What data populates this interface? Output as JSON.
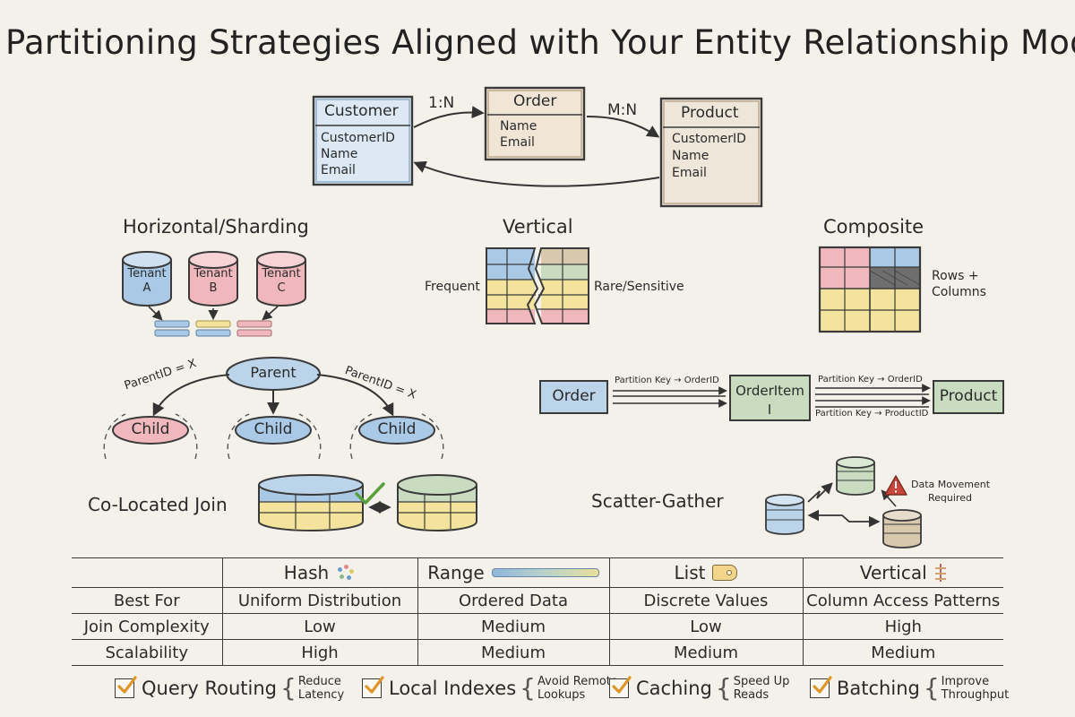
{
  "title": "Partitioning Strategies Aligned with Your Entity Relationship Model",
  "er": {
    "customer": {
      "name": "Customer",
      "fields": [
        "CustomerID",
        "Name",
        "Email"
      ]
    },
    "order": {
      "name": "Order",
      "fields": [
        "Name",
        "Email"
      ]
    },
    "product": {
      "name": "Product",
      "fields": [
        "CustomerID",
        "Name",
        "Email"
      ]
    },
    "rel_one_to_many": "1:N",
    "rel_many_to_many": "M:N"
  },
  "horizontal": {
    "heading": "Horizontal/Sharding",
    "tenants": [
      {
        "line1": "Tenant",
        "line2": "A",
        "color": "#a9c9e6"
      },
      {
        "line1": "Tenant",
        "line2": "B",
        "color": "#f0b8bd"
      },
      {
        "line1": "Tenant",
        "line2": "C",
        "color": "#f0b8bd"
      }
    ]
  },
  "vertical": {
    "heading": "Vertical",
    "left_label": "Frequent",
    "right_label": "Rare/Sensitive"
  },
  "composite": {
    "heading": "Composite",
    "note_line1": "Rows +",
    "note_line2": "Columns"
  },
  "hierarchy": {
    "parent": "Parent",
    "child": "Child",
    "left_rule": "ParentID = X",
    "right_rule": "ParentID = X"
  },
  "flow": {
    "order": "Order",
    "order_item": "OrderItem",
    "product": "Product",
    "key_order_id": "Partition Key → OrderID",
    "key_order_id_2": "Partition Key → OrderID",
    "key_product_id": "Partition Key → ProductID"
  },
  "colocated": {
    "label": "Co-Located Join"
  },
  "scatter": {
    "label": "Scatter-Gather",
    "warning_line1": "Data Movement",
    "warning_line2": "Required"
  },
  "table": {
    "columns": [
      "Hash",
      "Range",
      "List",
      "Vertical"
    ],
    "rows": [
      {
        "label": "Best For",
        "values": [
          "Uniform Distribution",
          "Ordered Data",
          "Discrete Values",
          "Column Access Patterns"
        ]
      },
      {
        "label": "Join Complexity",
        "values": [
          "Low",
          "Medium",
          "Low",
          "High"
        ]
      },
      {
        "label": "Scalability",
        "values": [
          "High",
          "Medium",
          "Medium",
          "Medium"
        ]
      }
    ]
  },
  "footer": [
    {
      "label": "Query Routing",
      "note1": "Reduce",
      "note2": "Latency"
    },
    {
      "label": "Local Indexes",
      "note1": "Avoid Remote",
      "note2": "Lookups"
    },
    {
      "label": "Caching",
      "note1": "Speed Up",
      "note2": "Reads"
    },
    {
      "label": "Batching",
      "note1": "Improve",
      "note2": "Throughput"
    }
  ],
  "colors": {
    "blue": "#a9c9e6",
    "pink": "#f0b8bd",
    "yellow": "#f3e39c",
    "green": "#c9dcc0",
    "tan": "#d8c8ae",
    "ink": "#3a3a3a",
    "accent_green": "#5aa03a",
    "warning_red": "#c9453a"
  }
}
